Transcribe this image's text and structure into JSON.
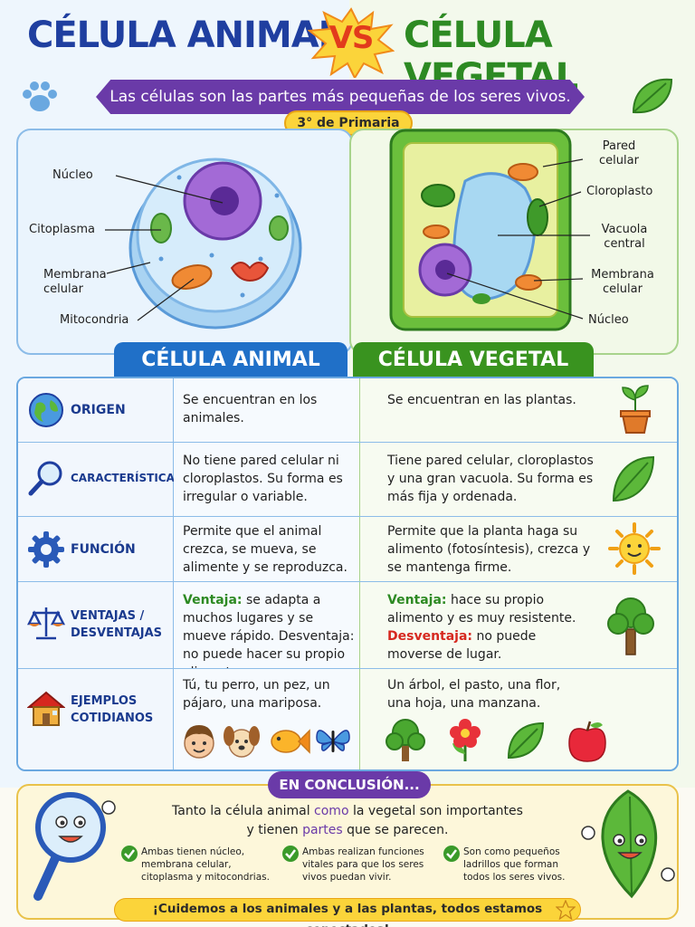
{
  "header": {
    "title_left": "CÉLULA ANIMAL",
    "vs": "VS",
    "title_right": "CÉLULA VEGETAL",
    "subtitle": "Las células son las partes más pequeñas de los seres vivos.",
    "grade": "3° de Primaria"
  },
  "animal_diagram": {
    "labels": [
      "Núcleo",
      "Citoplasma",
      "Membrana celular",
      "Mitocondria"
    ]
  },
  "plant_diagram": {
    "labels": [
      "Pared celular",
      "Cloroplasto",
      "Vacuola central",
      "Membrana celular",
      "Núcleo"
    ]
  },
  "columns": {
    "animal": "CÉLULA ANIMAL",
    "plant": "CÉLULA VEGETAL"
  },
  "rows": [
    {
      "category": "ORIGEN",
      "icon": "globe-icon",
      "animal": "Se encuentran en los animales.",
      "plant": "Se encuentran en las plantas.",
      "plant_icon": "potted-plant-icon"
    },
    {
      "category": "CARACTERÍSTICAS",
      "icon": "magnifier-icon",
      "animal": "No tiene pared celular ni cloroplastos. Su forma es irregular o variable.",
      "plant": "Tiene pared celular, cloroplastos y una gran vacuola. Su forma es más fija y ordenada.",
      "plant_icon": "leaf-icon"
    },
    {
      "category": "FUNCIÓN",
      "icon": "gear-icon",
      "animal": "Permite que el animal crezca, se mueva, se alimente y se reproduzca.",
      "plant": "Permite que la planta haga su alimento (fotosíntesis), crezca y se mantenga firme.",
      "plant_icon": "sun-icon"
    },
    {
      "category": "VENTAJAS / DESVENTAJAS",
      "icon": "scale-icon",
      "animal_adv_label": "Ventaja:",
      "animal_adv": "se adapta a muchos lugares y se mueve rápido.",
      "animal_dis_label": "Desventaja:",
      "animal_dis": "no puede hacer su propio alimento.",
      "plant_adv_label": "Ventaja:",
      "plant_adv": "hace su propio alimento y es muy resistente.",
      "plant_dis_label": "Desventaja:",
      "plant_dis": "no puede moverse de lugar.",
      "plant_icon": "tree-icon"
    },
    {
      "category": "EJEMPLOS COTIDIANOS",
      "icon": "house-icon",
      "animal": "Tú, tu perro, un pez, un pájaro, una mariposa.",
      "plant": "Un árbol, el pasto, una flor, una hoja, una manzana."
    }
  ],
  "conclusion": {
    "badge": "EN CONCLUSIÓN...",
    "text_a": "Tanto la célula animal",
    "text_b": "como",
    "text_c": "la vegetal son importantes",
    "text_d": "y tienen",
    "text_e": "partes",
    "text_f": "que se parecen.",
    "points": [
      "Ambas tienen núcleo, membrana celular, citoplasma y mitocondrias.",
      "Ambas realizan funciones vitales para que los seres vivos puedan vivir.",
      "Son como pequeños ladrillos que forman todos los seres vivos."
    ],
    "footer": "¡Cuidemos a los animales y a las plantas, todos estamos conectados!"
  }
}
